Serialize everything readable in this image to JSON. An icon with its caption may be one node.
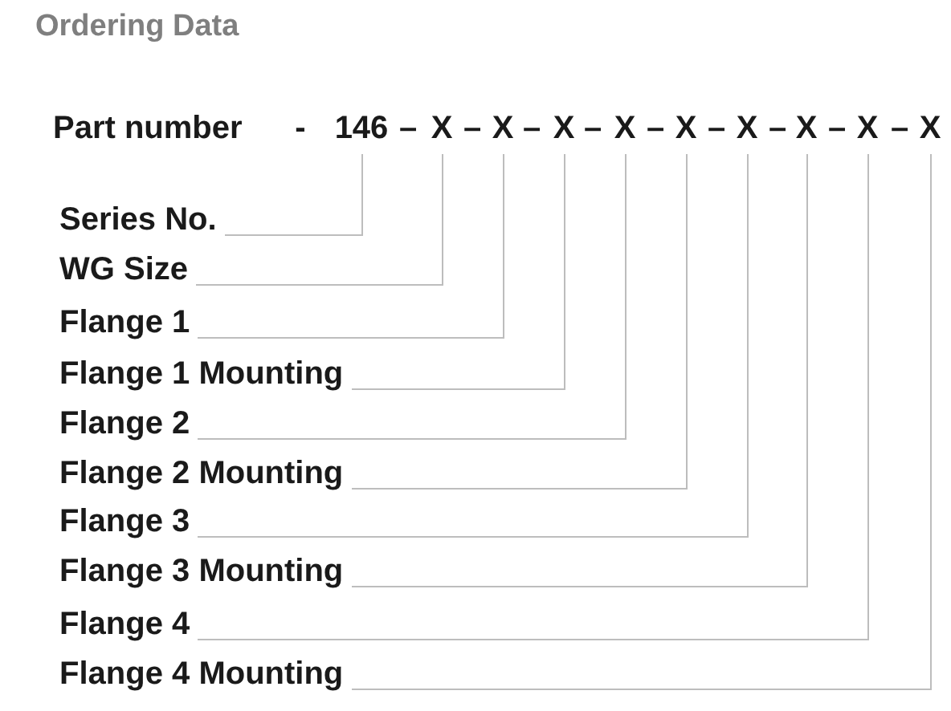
{
  "diagram": {
    "title": "Ordering Data",
    "nodes": [
      {
        "text": [
          "146"
        ]
      },
      {
        "text": [
          "X"
        ]
      },
      {
        "text": [
          "X"
        ]
      },
      {
        "text": [
          "X"
        ]
      },
      {
        "text": [
          "X"
        ]
      },
      {
        "text": [
          "X"
        ]
      },
      {
        "text": [
          "X"
        ]
      },
      {
        "text": [
          "X"
        ]
      },
      {
        "text": [
          "X"
        ]
      },
      {
        "text": [
          "X"
        ]
      },
      {
        "text": [
          "Series No."
        ]
      },
      {
        "text": [
          "WG Size"
        ]
      },
      {
        "text": [
          "Flange 1"
        ]
      },
      {
        "text": [
          "Flange 1 Mounting"
        ]
      },
      {
        "text": [
          "Flange 2"
        ]
      },
      {
        "text": [
          "Flange 2 Mounting"
        ]
      },
      {
        "text": [
          "Flange 3"
        ]
      },
      {
        "text": [
          "Flange 3 Mounting"
        ]
      },
      {
        "text": [
          "Flange 4"
        ]
      },
      {
        "text": [
          "Flange 4 Mounting"
        ]
      }
    ],
    "edges": [
      {
        "from": 10,
        "to": 0,
        "arrow": "none"
      },
      {
        "from": 11,
        "to": 1,
        "arrow": "none"
      },
      {
        "from": 12,
        "to": 2,
        "arrow": "none"
      },
      {
        "from": 13,
        "to": 3,
        "arrow": "none"
      },
      {
        "from": 14,
        "to": 4,
        "arrow": "none"
      },
      {
        "from": 15,
        "to": 5,
        "arrow": "none"
      },
      {
        "from": 16,
        "to": 6,
        "arrow": "none"
      },
      {
        "from": 17,
        "to": 7,
        "arrow": "none"
      },
      {
        "from": 18,
        "to": 8,
        "arrow": "none"
      },
      {
        "from": 19,
        "to": 9,
        "arrow": "none"
      }
    ],
    "labels": [
      "Part number",
      "-",
      "–",
      "–",
      "–",
      "–",
      "–",
      "–",
      "–",
      "–",
      "–"
    ]
  }
}
